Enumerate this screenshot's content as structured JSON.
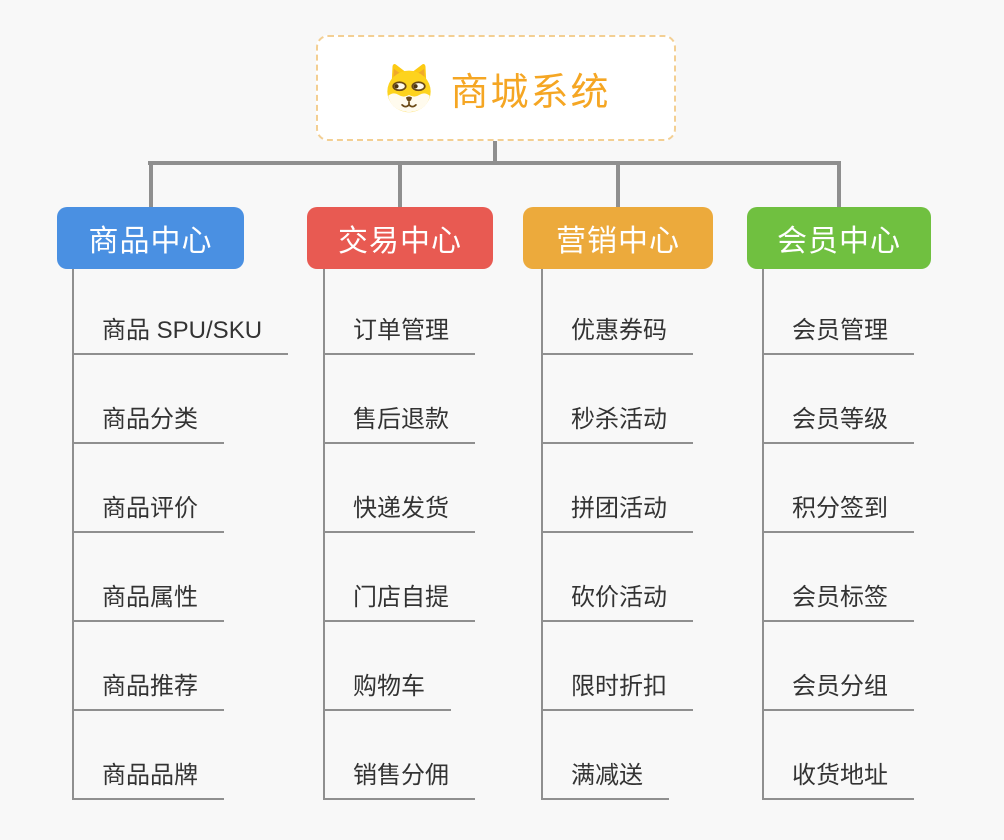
{
  "background_color": "#f8f8f8",
  "connector_color": "#8f8f8f",
  "root": {
    "title": "商城系统",
    "icon": "shiba-dog-icon",
    "text_color": "#f5a623",
    "border_color": "#f3cf93"
  },
  "branches": [
    {
      "label": "商品中心",
      "color": "#4a90e2",
      "items": [
        "商品 SPU/SKU",
        "商品分类",
        "商品评价",
        "商品属性",
        "商品推荐",
        "商品品牌"
      ]
    },
    {
      "label": "交易中心",
      "color": "#e85a52",
      "items": [
        "订单管理",
        "售后退款",
        "快递发货",
        "门店自提",
        "购物车",
        "销售分佣"
      ]
    },
    {
      "label": "营销中心",
      "color": "#ecaa3c",
      "items": [
        "优惠券码",
        "秒杀活动",
        "拼团活动",
        "砍价活动",
        "限时折扣",
        "满减送"
      ]
    },
    {
      "label": "会员中心",
      "color": "#70c040",
      "items": [
        "会员管理",
        "会员等级",
        "积分签到",
        "会员标签",
        "会员分组",
        "收货地址"
      ]
    }
  ]
}
